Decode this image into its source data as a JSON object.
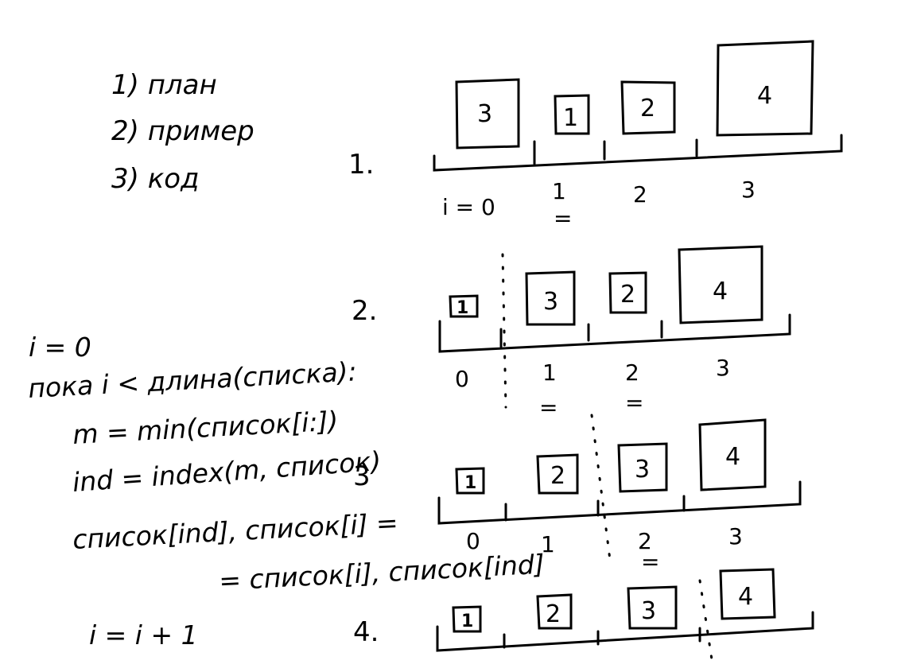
{
  "plan": [
    {
      "label": "1) план"
    },
    {
      "label": "2) пример"
    },
    {
      "label": "3) код"
    }
  ],
  "code": {
    "line1": "i = 0",
    "line2": "пока i < длина(списка):",
    "line3": "m = min(список[i:])",
    "line4": "ind = index(m, список)",
    "line5": "список[ind], список[i] =",
    "line6": "= список[i], список[ind]",
    "line7": "i = i + 1"
  },
  "steps": [
    {
      "number": "1.",
      "indices": [
        "i = 0",
        "1",
        "2",
        "3"
      ],
      "boxes": [
        "3",
        "1",
        "2",
        "4"
      ],
      "eq_marks": [
        "=",
        "="
      ]
    },
    {
      "number": "2.",
      "indices": [
        "0",
        "1",
        "2",
        "3"
      ],
      "boxes": [
        "1",
        "3",
        "2",
        "4"
      ],
      "eq_marks": [
        "=",
        "="
      ]
    },
    {
      "number": "3",
      "indices": [
        "0",
        "1",
        "2",
        "3"
      ],
      "boxes": [
        "1",
        "2",
        "3",
        "4"
      ],
      "eq_marks": [
        "="
      ]
    },
    {
      "number": "4.",
      "indices": [],
      "boxes": [
        "1",
        "2",
        "3",
        "4"
      ],
      "eq_marks": []
    }
  ]
}
